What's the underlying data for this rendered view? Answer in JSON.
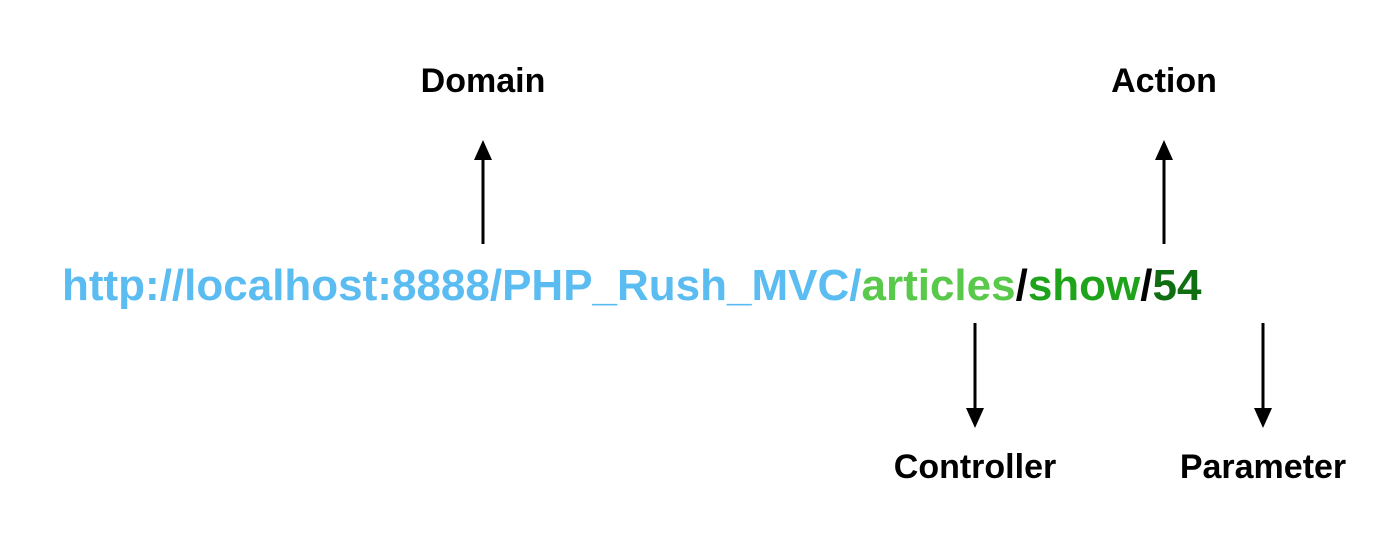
{
  "labels": {
    "domain": "Domain",
    "action": "Action",
    "controller": "Controller",
    "parameter": "Parameter"
  },
  "url": {
    "domain_part": "http://localhost:8888/PHP_Rush_MVC/",
    "controller_part": "articles",
    "separator": "/",
    "action_part": "show",
    "parameter_part": "54"
  },
  "colors": {
    "domain": "#5bbcf2",
    "controller": "#58c94a",
    "action": "#1fa31a",
    "parameter": "#0f6e12",
    "separator": "#000000",
    "arrow": "#000000"
  }
}
